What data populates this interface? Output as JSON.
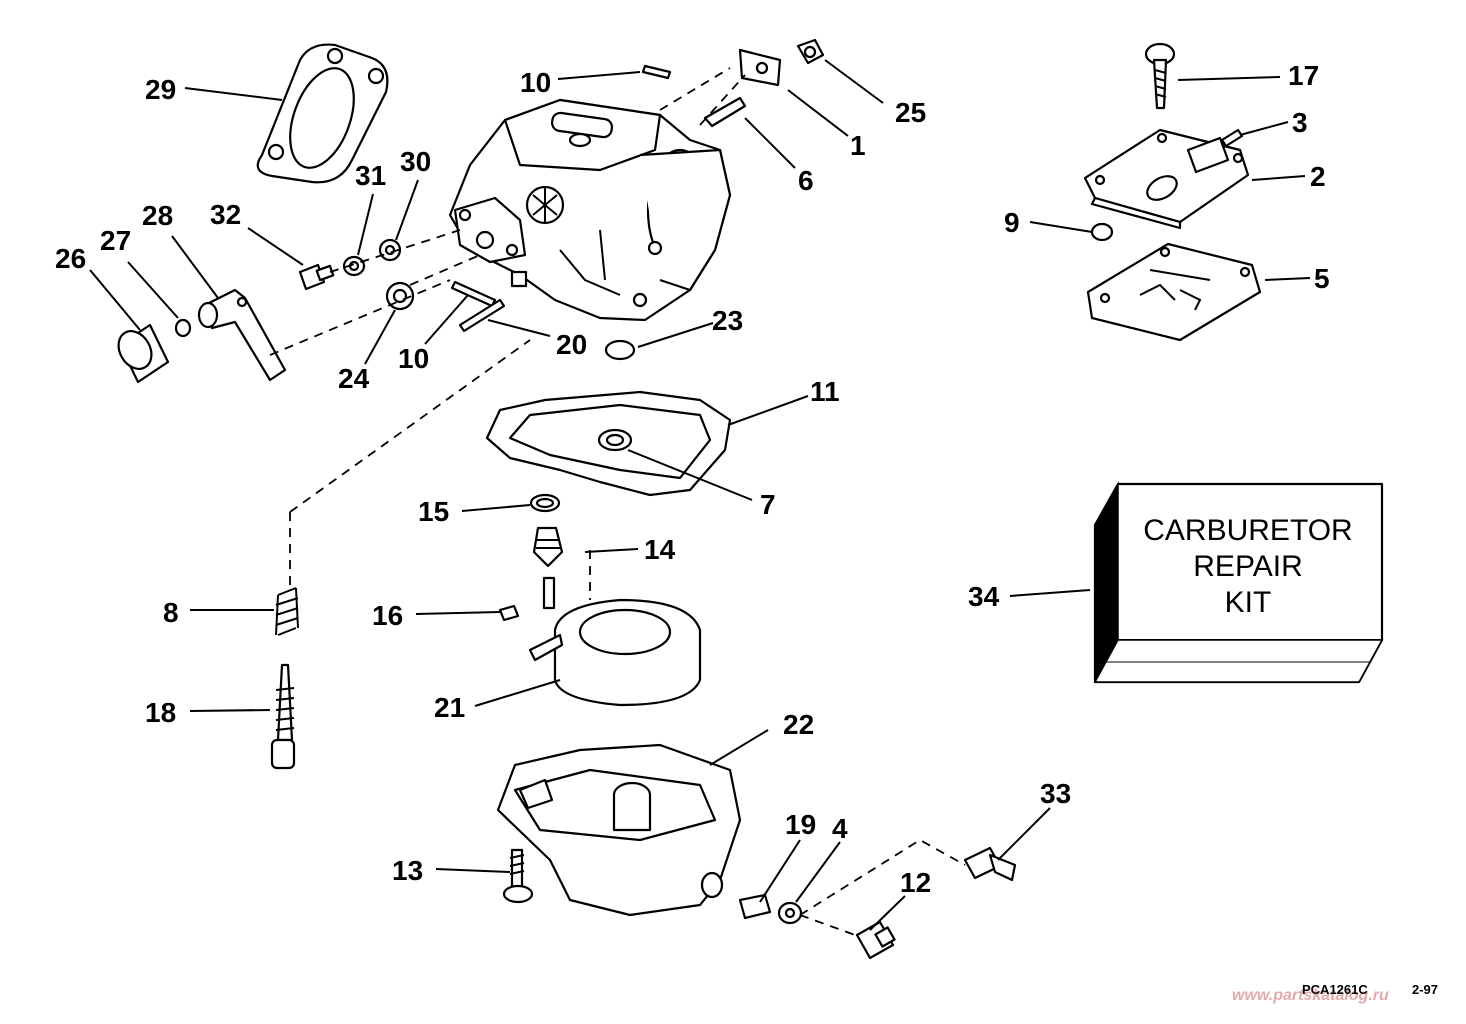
{
  "callouts": {
    "c1": "1",
    "c2": "2",
    "c3": "3",
    "c4": "4",
    "c5": "5",
    "c6": "6",
    "c7": "7",
    "c8": "8",
    "c9": "9",
    "c10a": "10",
    "c10b": "10",
    "c11": "11",
    "c12": "12",
    "c13": "13",
    "c14": "14",
    "c15": "15",
    "c16": "16",
    "c17": "17",
    "c18": "18",
    "c19": "19",
    "c20": "20",
    "c21": "21",
    "c22": "22",
    "c23": "23",
    "c24": "24",
    "c25": "25",
    "c26": "26",
    "c27": "27",
    "c28": "28",
    "c29": "29",
    "c30": "30",
    "c31": "31",
    "c32": "32",
    "c33": "33",
    "c34": "34"
  },
  "kit_box": {
    "line1": "CARBURETOR",
    "line2": "REPAIR",
    "line3": "KIT"
  },
  "footer": {
    "part_code": "PCA1261C",
    "date": "2-97"
  },
  "watermark": "www.partskatalog.ru",
  "colors": {
    "ink": "#000000",
    "paper": "#ffffff",
    "watermark": "#e4aaaa"
  }
}
